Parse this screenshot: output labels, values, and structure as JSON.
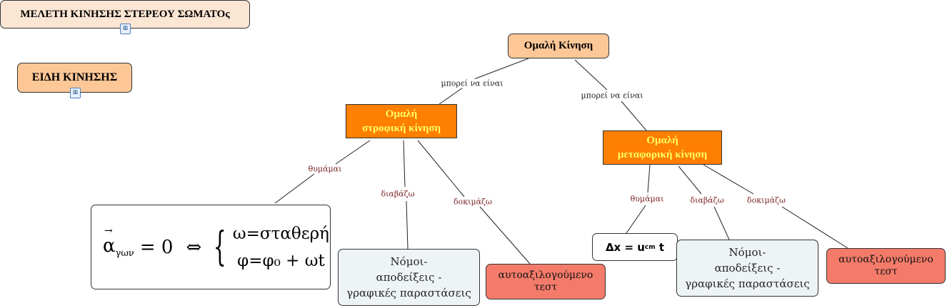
{
  "title": "ΜΕΛΕΤΗ ΚΙΝΗΣΗΣ ΣΤΕΡΕΟΥ ΣΩΜΑΤΟς",
  "types": "ΕΙΔΗ ΚΙΝΗΣΗΣ",
  "root": "Ομαλή Κίνηση",
  "links": {
    "can_be": "μπορεί να είναι",
    "remember": "θυμάμαι",
    "read": "διαβάζω",
    "test": "δοκιμάζω"
  },
  "rotational": {
    "line1": "Ομαλή",
    "line2": "στροφική κίνηση",
    "formula_lhs": "α",
    "formula_sub": "γων",
    "formula_eq": "= 0",
    "formula_iff": "⇔",
    "formula_1": "ω=σταθερή",
    "formula_2": "φ=φ₀ + ωt",
    "laws": [
      "Νόμοι-",
      "αποδείξεις -",
      "γραφικές παραστάσεις"
    ],
    "test": [
      "αυτοαξιλογούμενο",
      "τεστ"
    ]
  },
  "translational": {
    "line1": "Ομαλή",
    "line2": "μεταφορική κίνηση",
    "formula": "Δx = u",
    "formula_sub": "cm",
    "formula_t": " t",
    "laws": [
      "Νόμοι-",
      "αποδείξεις -",
      "γραφικές παραστάσεις"
    ],
    "test": [
      "αυτοαξιλογούμενο",
      "τεστ"
    ]
  },
  "colors": {
    "orange": "#ff7f00",
    "peach": "#fdc797",
    "salmon": "#f47b6a"
  }
}
